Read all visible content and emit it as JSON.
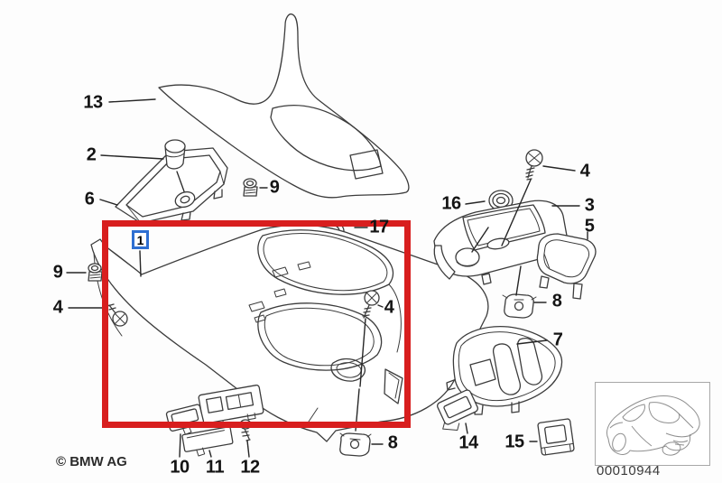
{
  "diagram": {
    "copyright": "© BMW AG",
    "image_id": "00010944",
    "highlighted_callout": "1",
    "callouts": {
      "c13": "13",
      "c2": "2",
      "c6": "6",
      "c9_top": "9",
      "c17": "17",
      "c9_left": "9",
      "c4_left": "4",
      "c1": "1",
      "c4_mid": "4",
      "c16": "16",
      "c4_right": "4",
      "c3": "3",
      "c5": "5",
      "c8_right": "8",
      "c7": "7",
      "c14": "14",
      "c15": "15",
      "c8_bottom": "8",
      "c10": "10",
      "c11": "11",
      "c12": "12"
    },
    "colors": {
      "highlight_red": "#d81e1e",
      "selected_blue": "#2e6fd2",
      "line_art": "#3c3c3c",
      "background": "#fdfdfd"
    }
  }
}
